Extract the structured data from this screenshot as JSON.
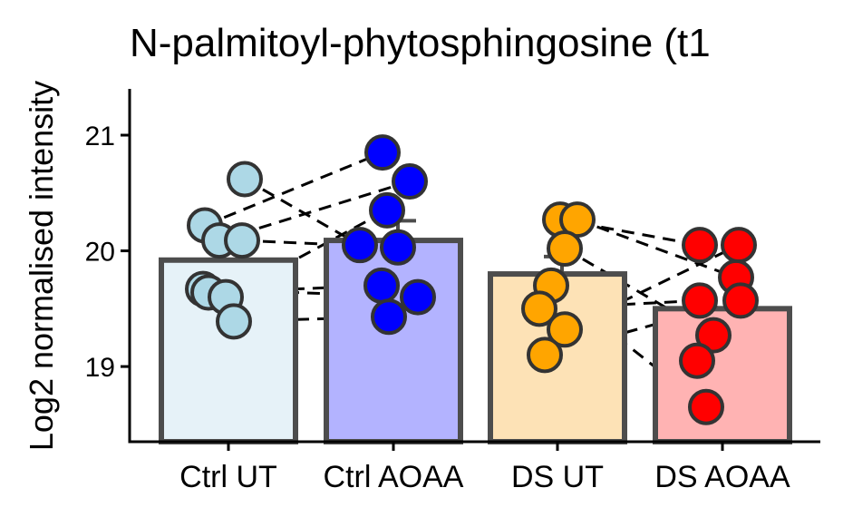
{
  "chart_data": {
    "type": "bar",
    "title": "N-palmitoyl-phytosphingosine (t1",
    "xlabel": "",
    "ylabel": "Log2 normalised intensity",
    "ylim": [
      18.35,
      21.4
    ],
    "yticks": [
      19,
      20,
      21
    ],
    "categories": [
      "Ctrl UT",
      "Ctrl AOAA",
      "DS UT",
      "DS AOAA"
    ],
    "values": [
      19.92,
      20.09,
      19.8,
      19.5
    ],
    "error_upper": [
      19.92,
      20.26,
      19.95,
      19.5
    ],
    "bar_fill_colors": [
      "#e6f2f8",
      "#b3b3ff",
      "#fde2b6",
      "#ffb3b3"
    ],
    "bar_edge_color": "#4d4d4d",
    "point_colors": [
      "#add8e6",
      "#0000ff",
      "#ffa500",
      "#ff0000"
    ],
    "points": [
      [
        20.62,
        20.22,
        20.09,
        20.09,
        19.67,
        19.64,
        19.6,
        19.39
      ],
      [
        20.85,
        20.6,
        20.35,
        20.05,
        20.03,
        19.7,
        19.6,
        19.43
      ],
      [
        20.27,
        20.27,
        20.02,
        19.7,
        19.5,
        19.32,
        19.1
      ],
      [
        20.05,
        20.05,
        19.77,
        19.57,
        19.57,
        19.27,
        19.05,
        18.65
      ]
    ],
    "links": [
      [
        [
          0,
          0,
          1,
          3
        ],
        [
          0,
          1,
          1,
          0
        ],
        [
          0,
          2,
          1,
          1
        ],
        [
          0,
          3,
          1,
          4
        ],
        [
          0,
          4,
          1,
          6
        ],
        [
          0,
          5,
          1,
          5
        ],
        [
          0,
          6,
          1,
          2
        ],
        [
          0,
          7,
          1,
          7
        ]
      ],
      [
        [
          2,
          0,
          3,
          0
        ],
        [
          2,
          1,
          3,
          2
        ],
        [
          2,
          2,
          3,
          5
        ],
        [
          2,
          3,
          3,
          7
        ],
        [
          2,
          4,
          3,
          3
        ],
        [
          2,
          5,
          3,
          1
        ],
        [
          2,
          6,
          3,
          4
        ]
      ]
    ],
    "grid": false,
    "legend": "none"
  }
}
